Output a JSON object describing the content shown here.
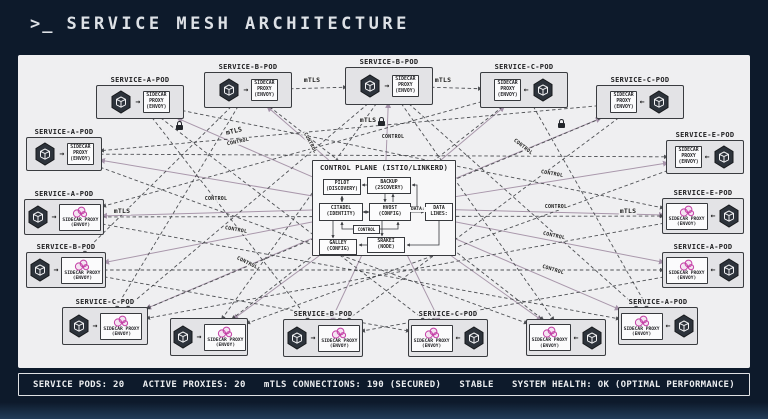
{
  "header": {
    "prompt": ">_",
    "title": "SERVICE MESH ARCHITECTURE"
  },
  "diagram": {
    "control_plane": {
      "title": "CONTROL PLANE (ISTIO/LINKERD)",
      "data_label": "DATA:",
      "components": [
        {
          "name": "pilot",
          "lines": [
            "PILOT",
            "(DISCOVERY)"
          ]
        },
        {
          "name": "backup",
          "lines": [
            "BACKUP",
            "(2SCOVERY)"
          ]
        },
        {
          "name": "citadel",
          "lines": [
            "CITADEL",
            "(IDENTITY)"
          ]
        },
        {
          "name": "hvost",
          "lines": [
            "HVOST",
            "(CONFIG)"
          ]
        },
        {
          "name": "data-lines",
          "lines": [
            "DATA",
            "LINES:"
          ]
        },
        {
          "name": "control-tag",
          "lines": [
            "CONTROL"
          ]
        },
        {
          "name": "galley",
          "lines": [
            "GALLEY",
            "(CONFIG)"
          ]
        },
        {
          "name": "srakei",
          "lines": [
            "SRAKEI",
            "(NODE)"
          ]
        }
      ]
    },
    "edge_labels": {
      "control": "CONTROL",
      "mtls": "mTLS"
    },
    "icons": {
      "pod_icon": "cube-hexagon-icon",
      "proxy_logo": "envoy-logo-icon",
      "lock": "lock-icon"
    },
    "pods": [
      {
        "label": "SERVICE-A-POD",
        "proxy_lines": [
          "SIDECAR",
          "PROXY",
          "(ENVOY)"
        ]
      },
      {
        "label": "SERVICE-B-POD",
        "proxy_lines": [
          "SIDECAR",
          "PROXY",
          "(ENVOY)"
        ]
      },
      {
        "label": "SERVICE-B-POD",
        "proxy_lines": [
          "SIDECAR",
          "PROXY",
          "(ENVOY)"
        ]
      },
      {
        "label": "SERVICE-C-POD",
        "proxy_lines": [
          "SIDECAR",
          "PROXY",
          "(ENVOY)"
        ]
      },
      {
        "label": "SERVICE-C-POD",
        "proxy_lines": [
          "SIDECAR",
          "PROXY",
          "(ENVOY)"
        ]
      },
      {
        "label": "SERVICE-A-POD",
        "proxy_lines": [
          "SIDECAR",
          "PROXY",
          "(ENVOY)"
        ]
      },
      {
        "label": "SERVICE-A-POD",
        "proxy_lines": [
          "SIDECAR PROXY",
          "(ENVOY)"
        ]
      },
      {
        "label": "SERVICE-B-POD",
        "proxy_lines": [
          "SIDECAR PROXY",
          "(ENVOY)"
        ]
      },
      {
        "label": "SERVICE-E-POD",
        "proxy_lines": [
          "SIDECAR",
          "PROXY",
          "(ENVOY)"
        ]
      },
      {
        "label": "SERVICE-E-POD",
        "proxy_lines": [
          "SIDECAR PROXY",
          "(ENVOY)"
        ]
      },
      {
        "label": "SERVICE-A-POD",
        "proxy_lines": [
          "SIDECAR PROXY",
          "(ENVOY)"
        ]
      },
      {
        "label": "SERVICE-C-POD",
        "proxy_lines": [
          "SIDECAR PROXY",
          "(ENVOY)"
        ]
      },
      {
        "label": "",
        "proxy_lines": [
          "SIDECAR PROXY",
          "(ENVOY)"
        ]
      },
      {
        "label": "SERVICE-B-POD",
        "proxy_lines": [
          "SIDECAR PROXY",
          "(ENVOY)"
        ]
      },
      {
        "label": "SERVICE-C-POD",
        "proxy_lines": [
          "SIDECAR PROXY",
          "(ENVOY)"
        ]
      },
      {
        "label": "",
        "proxy_lines": [
          "SIDECAR PROXY",
          "(ENVOY)"
        ]
      },
      {
        "label": "SERVICE-A-POD",
        "proxy_lines": [
          "SIDECAR PROXY",
          "(ENVOY)"
        ]
      }
    ]
  },
  "status_bar": {
    "items": [
      "SERVICE PODS: 20",
      "ACTIVE PROXIES: 20",
      "mTLS CONNECTIONS: 190 (SECURED)",
      "STABLE",
      "SYSTEM HEALTH: OK (OPTIMAL PERFORMANCE)"
    ]
  }
}
